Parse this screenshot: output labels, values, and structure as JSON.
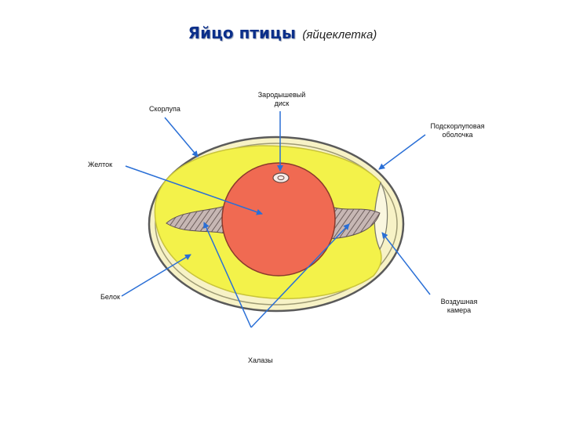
{
  "title": {
    "main": "Яйцо птицы",
    "sub": "(яйцеклетка)"
  },
  "labels": {
    "shell": "Скорлупа",
    "germinal_disc_line1": "Зародышевый",
    "germinal_disc_line2": "диск",
    "shell_membrane_line1": "Подскорлуповая",
    "shell_membrane_line2": "оболочка",
    "yolk": "Желток",
    "albumen": "Белок",
    "air_cell_line1": "Воздушная",
    "air_cell_line2": "камера",
    "chalazae": "Халазы"
  },
  "colors": {
    "title": "#0b2f8a",
    "arrow": "#2a6fd6",
    "shell_fill": "#f7f2c6",
    "shell_outline": "#5a5a5a",
    "albumen": "#f3f24a",
    "yolk": "#f06a52",
    "chalazae": "#b9a8a8",
    "air_cell": "#faf7df"
  }
}
